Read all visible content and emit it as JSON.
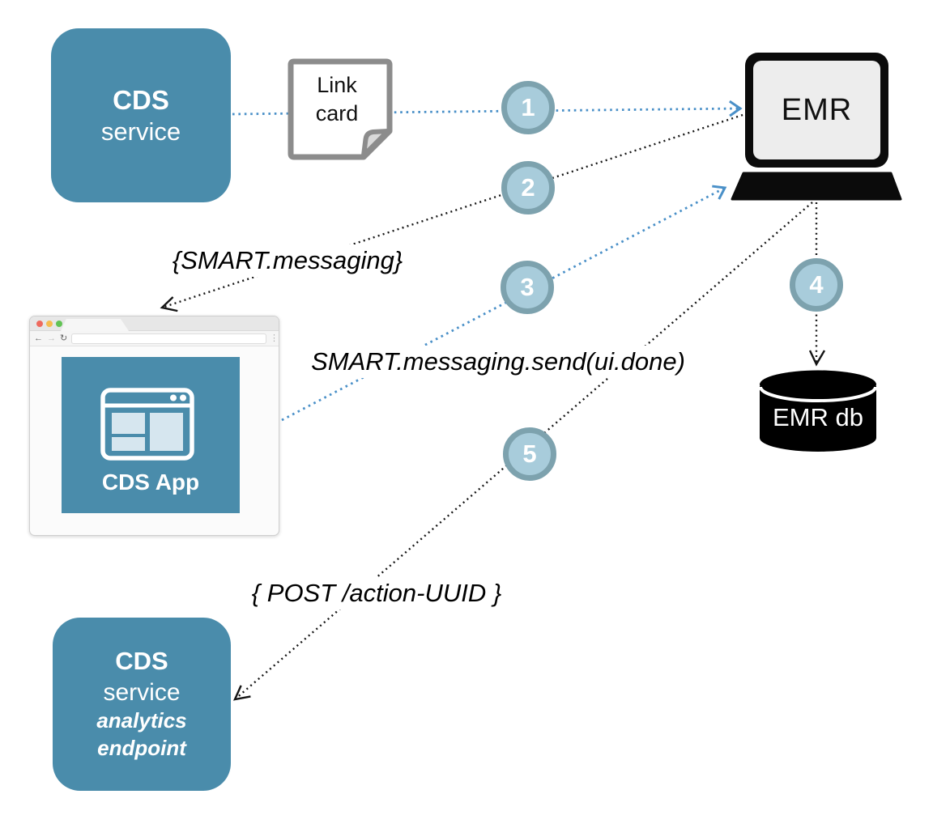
{
  "nodes": {
    "cds_service": {
      "title": "CDS",
      "subtitle": "service"
    },
    "link_card": {
      "line1": "Link",
      "line2": "card"
    },
    "emr": {
      "label": "EMR"
    },
    "cds_app": {
      "label": "CDS App"
    },
    "emr_db": {
      "label": "EMR db"
    },
    "cds_service_analytics": {
      "title": "CDS",
      "subtitle": "service",
      "detail1": "analytics",
      "detail2": "endpoint"
    }
  },
  "steps": [
    {
      "label": "1"
    },
    {
      "label": "2"
    },
    {
      "label": "3"
    },
    {
      "label": "4"
    },
    {
      "label": "5"
    }
  ],
  "messages": {
    "smart_messaging": "{SMART.messaging}",
    "smart_send": "SMART.messaging.send(ui.done)",
    "post_action": "{ POST /action-UUID }"
  },
  "flows": [
    {
      "step": "1",
      "from": "CDS service",
      "to": "EMR",
      "style": "blue-dotted",
      "via": "Link card"
    },
    {
      "step": "2",
      "from": "EMR",
      "to": "CDS App",
      "style": "black-dotted",
      "label": "{SMART.messaging}"
    },
    {
      "step": "3",
      "from": "CDS App",
      "to": "EMR",
      "style": "blue-dotted",
      "label": "SMART.messaging.send(ui.done)"
    },
    {
      "step": "4",
      "from": "EMR",
      "to": "EMR db",
      "style": "black-dotted"
    },
    {
      "step": "5",
      "from": "EMR",
      "to": "CDS service analytics endpoint",
      "style": "black-dotted",
      "label": "{ POST /action-UUID }"
    }
  ],
  "browser": {
    "address_value": ""
  },
  "colors": {
    "teal": "#4a8cab",
    "circle_fill": "#a8ccdb",
    "circle_ring": "#7da2ae",
    "line_blue": "#4a90c8",
    "line_black": "#141414",
    "laptop_black": "#0b0b0b",
    "screen_gray": "#ededed"
  }
}
